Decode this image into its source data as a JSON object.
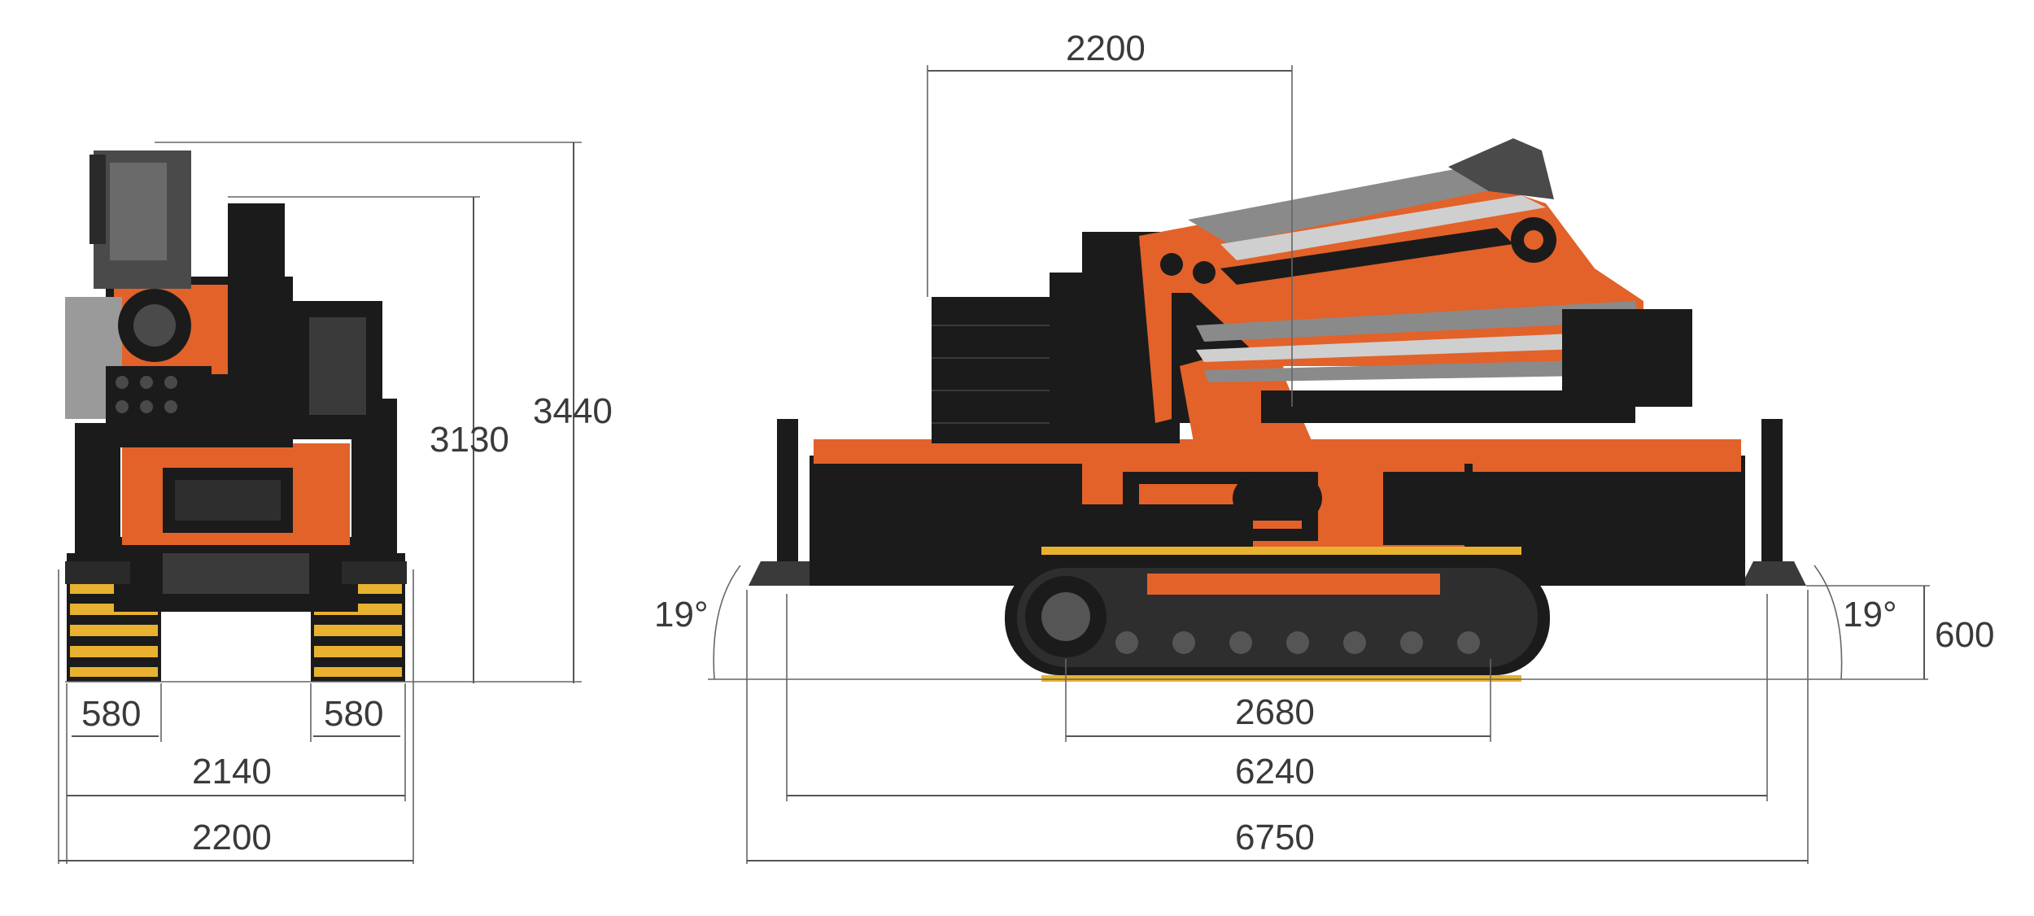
{
  "colors": {
    "machine_orange": "#E2622A",
    "machine_dark": "#1b1b1b",
    "steel_grey": "#8a8a8a",
    "light_grey": "#cfcfcf",
    "track_yellow": "#E8B230",
    "dimension_line": "#555555",
    "label_text": "#3a3a3a"
  },
  "front_view": {
    "height_total": "3440",
    "height_boom": "3130",
    "track_width_left": "580",
    "track_width_right": "580",
    "width_tracks": "2140",
    "width_total": "2200"
  },
  "side_view": {
    "top_width": "2200",
    "angle_left": "19°",
    "angle_right": "19°",
    "height_outrigger": "600",
    "track_length": "2680",
    "outrigger_span": "6240",
    "length_total": "6750"
  }
}
